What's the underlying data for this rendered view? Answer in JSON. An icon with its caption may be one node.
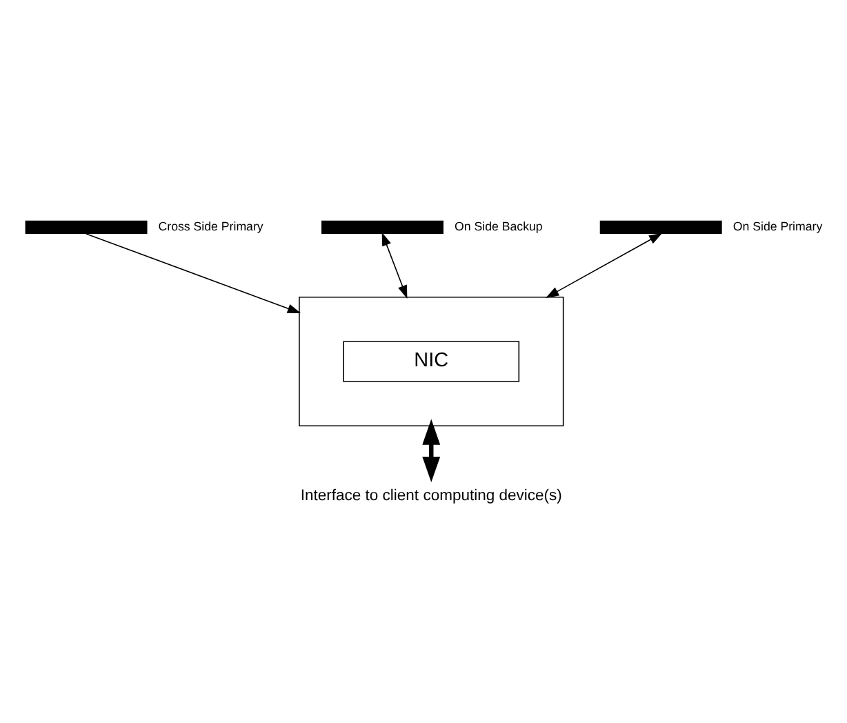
{
  "diagram": {
    "nodes": [
      {
        "text": [],
        "shape": "bar",
        "beside": [
          "Cross Side Primary"
        ]
      },
      {
        "text": [],
        "shape": "bar",
        "beside": [
          "On Side Backup"
        ]
      },
      {
        "text": [],
        "shape": "bar",
        "beside": [
          "On Side Primary"
        ]
      },
      {
        "text": [],
        "shape": "box"
      },
      {
        "text": [
          "NIC"
        ],
        "in": 3
      },
      {
        "text": [
          "Interface to client computing device(s)"
        ]
      }
    ],
    "edges": [
      {
        "from": 3,
        "to": 2,
        "arrow": "both"
      },
      {
        "from": 3,
        "to": 1,
        "arrow": "both"
      },
      {
        "from": 0,
        "to": 3,
        "arrow": "to"
      },
      {
        "from": 3,
        "to": 5,
        "arrow": "both",
        "style": "thick"
      }
    ]
  }
}
